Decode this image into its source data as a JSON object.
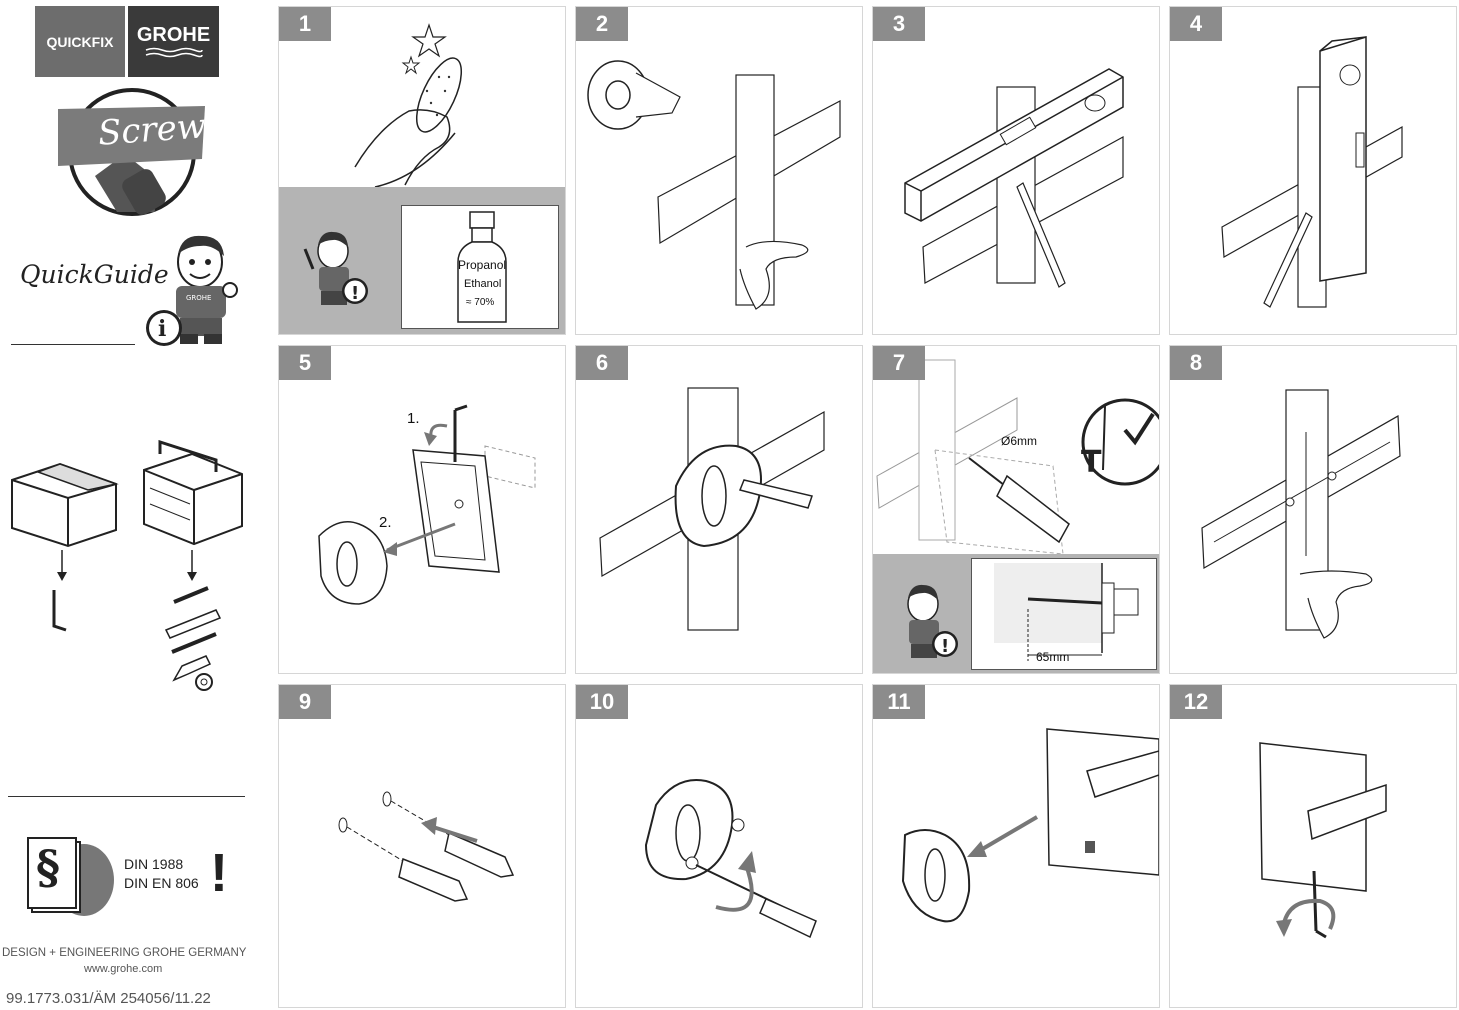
{
  "brand": {
    "quickfix": "QUICKFIX",
    "grohe": "GROHE",
    "screw": "Screw",
    "quickguide": "QuickGuide"
  },
  "sidebar": {
    "standards": [
      "DIN 1988",
      "DIN EN 806"
    ],
    "paragraph_symbol": "§",
    "warning_mark": "!",
    "credit": "DESIGN + ENGINEERING GROHE GERMANY",
    "website": "www.grohe.com",
    "doc_number": "99.1773.031/ÄM 254056/11.22"
  },
  "steps": [
    {
      "number": "1"
    },
    {
      "number": "2"
    },
    {
      "number": "3"
    },
    {
      "number": "4"
    },
    {
      "number": "5",
      "callouts": [
        "1.",
        "2."
      ]
    },
    {
      "number": "6"
    },
    {
      "number": "7",
      "drill_size": "Ø6mm",
      "depth": "65mm"
    },
    {
      "number": "8"
    },
    {
      "number": "9"
    },
    {
      "number": "10"
    },
    {
      "number": "11"
    },
    {
      "number": "12"
    }
  ],
  "step1_note": {
    "bottle": [
      "Propanol",
      "Ethanol",
      "≈ 70%"
    ]
  },
  "colors": {
    "badge": "#8c8c8c",
    "note_bg": "#b4b4b4",
    "brand_bg": "#6d6d6d",
    "brand_dark": "#3a3a3a"
  }
}
